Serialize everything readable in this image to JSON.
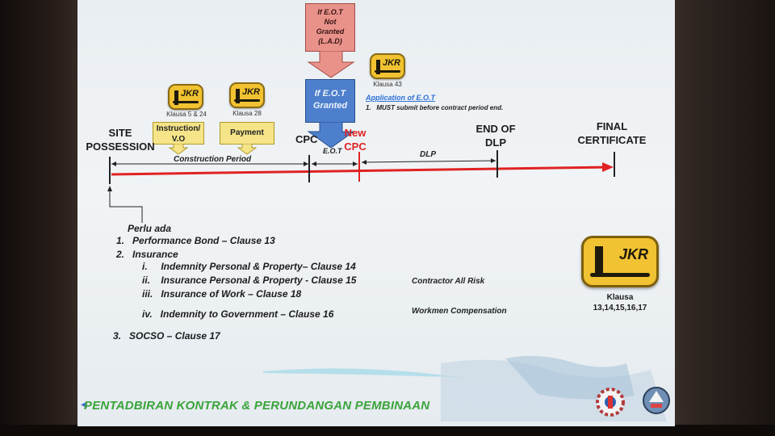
{
  "timeline": {
    "site_possession_line1": "SITE",
    "site_possession_line2": "POSSESSION",
    "cpc": "CPC",
    "new_cpc_line1": "New",
    "new_cpc_line2": "CPC",
    "end_dlp_line1": "END OF",
    "end_dlp_line2": "DLP",
    "final_line1": "FINAL",
    "final_line2": "CERTIFICATE",
    "construction_period": "Construction Period",
    "eot_span": "E.O.T",
    "dlp_span": "DLP",
    "red_color": "#e02222",
    "black_color": "#222222"
  },
  "top_boxes": {
    "not_granted_line1": "If E.O.T",
    "not_granted_line2": "Not",
    "not_granted_line3": "Granted",
    "not_granted_line4": "(L.A.D)",
    "granted_line1": "If E.O.T",
    "granted_line2": "Granted",
    "not_granted_color": "#e9928a",
    "granted_color": "#4d7fcc"
  },
  "badges": {
    "jkr": "JKR",
    "klausa_5_24": "Klausa 5 & 24",
    "klausa_28": "Klausa 28",
    "klausa_43": "Klausa 43",
    "big_klausa_line1": "Klausa",
    "big_klausa_line2": "13,14,15,16,17",
    "badge_color": "#f1c231"
  },
  "instruction_box": {
    "line1": "Instruction/",
    "line2": "V.O"
  },
  "payment_box": {
    "label": "Payment"
  },
  "application": {
    "title": "Application of E.O.T",
    "item": "1.   MUST submit before contract period end."
  },
  "perlu_ada": {
    "heading": "Perlu ada",
    "item1": "1.   Performance Bond – Clause 13",
    "item2": "2.   Insurance",
    "sub1": "i.     Indemnity Personal & Property– Clause 14",
    "sub2": "ii.    Insurance Personal & Property - Clause 15",
    "sub3": "iii.   Insurance of Work – Clause 18",
    "sub4": "iv.   Indemnity to Government – Clause 16",
    "item3": "3.   SOCSO – Clause 17",
    "contractor_all_risk": "Contractor All Risk",
    "workmen_compensation": "Workmen Compensation"
  },
  "footer": {
    "title": "PENTADBIRAN KONTRAK & PERUNDANGAN PEMBINAAN",
    "title_color": "#3aa33a"
  }
}
